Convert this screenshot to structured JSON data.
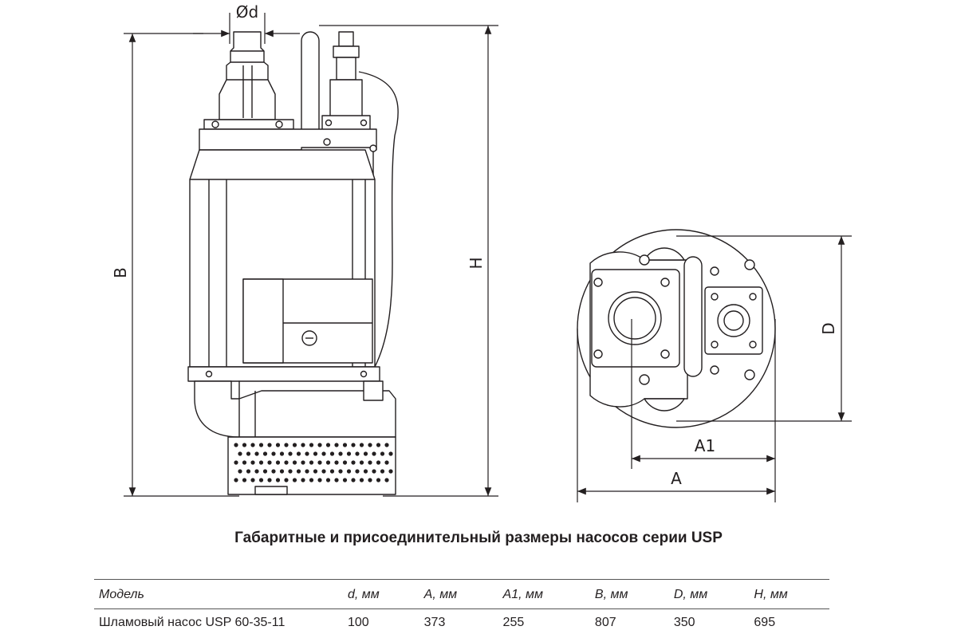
{
  "labels": {
    "d": "Ød",
    "B": "B",
    "H": "H",
    "D": "D",
    "A1": "A1",
    "A": "A"
  },
  "caption": "Габаритные и присоединительный размеры насосов серии USP",
  "table": {
    "headers": [
      "Модель",
      "d, мм",
      "A, мм",
      "A1, мм",
      "B, мм",
      "D, мм",
      "H, мм"
    ],
    "rows": [
      [
        "Шламовый насос USP 60-35-11",
        "100",
        "373",
        "255",
        "807",
        "350",
        "695"
      ]
    ]
  }
}
